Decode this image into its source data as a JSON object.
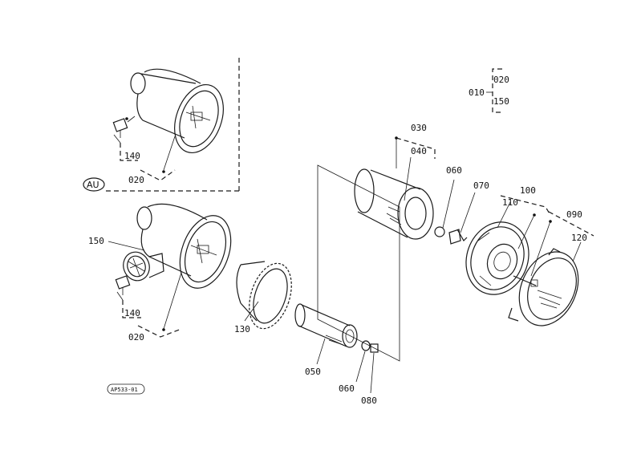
{
  "diagram": {
    "region_badge": "AU",
    "drawing_code": "AP533-01",
    "group_ref": {
      "parent": "010",
      "children": [
        "020",
        "150"
      ]
    },
    "callouts": {
      "au_140": "140",
      "au_020": "020",
      "c150": "150",
      "c140": "140",
      "c020": "020",
      "c130": "130",
      "c030": "030",
      "c040": "040",
      "c060_top": "060",
      "c070": "070",
      "c100": "100",
      "c110": "110",
      "c090": "090",
      "c120": "120",
      "c050": "050",
      "c060_bottom": "060",
      "c080": "080"
    }
  }
}
